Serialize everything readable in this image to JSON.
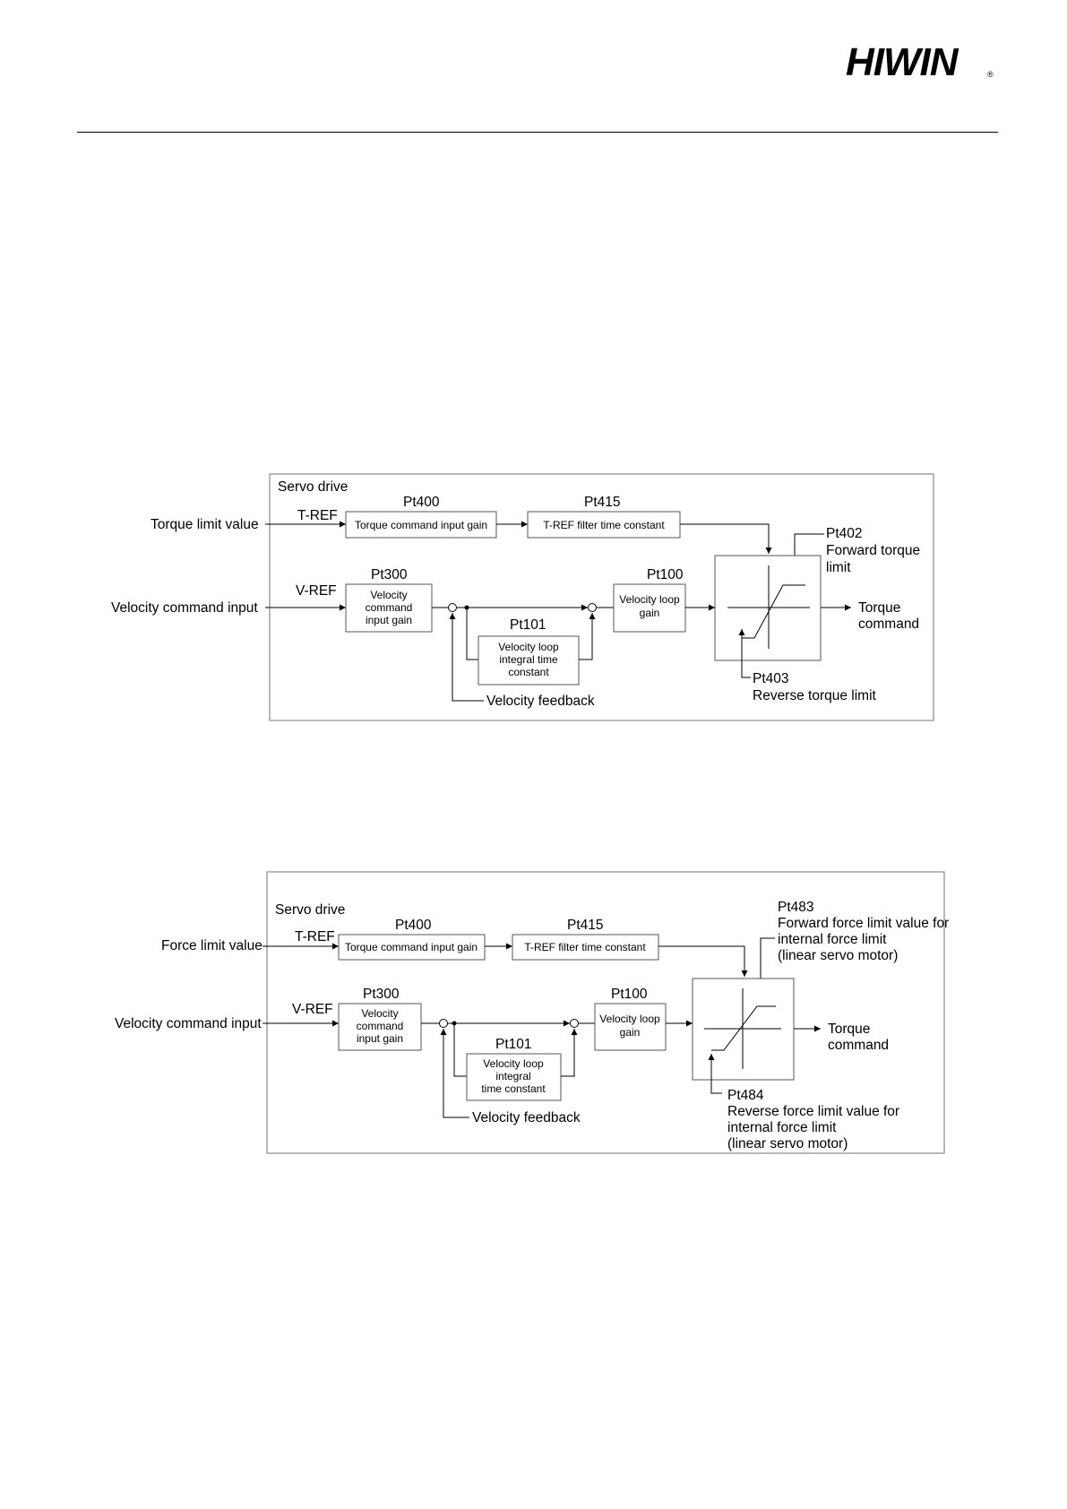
{
  "header": {
    "brand": "HIWIN",
    "registered_mark": "®"
  },
  "diagram1": {
    "frame_label": "Servo drive",
    "torque_limit_value": "Torque limit value",
    "t_ref": "T-REF",
    "pt400": "Pt400",
    "torque_gain": "Torque command input gain",
    "pt415": "Pt415",
    "tref_filter": "T-REF filter time constant",
    "pt402": "Pt402",
    "forward_limit_1": "Forward torque",
    "forward_limit_2": "limit",
    "v_ref": "V-REF",
    "velocity_command_input": "Velocity command input",
    "pt300": "Pt300",
    "vcig_1": "Velocity",
    "vcig_2": "command",
    "vcig_3": "input gain",
    "pt100": "Pt100",
    "vlg_1": "Velocity loop",
    "vlg_2": "gain",
    "pt101": "Pt101",
    "vlitc_1": "Velocity loop",
    "vlitc_2": "integral time",
    "vlitc_3": "constant",
    "torque_cmd_1": "Torque",
    "torque_cmd_2": "command",
    "pt403": "Pt403",
    "reverse_limit": "Reverse torque limit",
    "velocity_feedback": "Velocity feedback"
  },
  "diagram2": {
    "frame_label": "Servo drive",
    "force_limit_value": "Force limit value",
    "t_ref": "T-REF",
    "pt400": "Pt400",
    "torque_gain": "Torque command input gain",
    "pt415": "Pt415",
    "tref_filter": "T-REF filter time constant",
    "pt483": "Pt483",
    "fwd_1": "Forward force limit value for",
    "fwd_2": "internal force limit",
    "fwd_3": "(linear servo motor)",
    "v_ref": "V-REF",
    "velocity_command_input": "Velocity command input",
    "pt300": "Pt300",
    "vcig_1": "Velocity",
    "vcig_2": "command",
    "vcig_3": "input gain",
    "pt100": "Pt100",
    "vlg_1": "Velocity loop",
    "vlg_2": "gain",
    "pt101": "Pt101",
    "vlitc_1": "Velocity loop",
    "vlitc_2": "integral",
    "vlitc_3": "time constant",
    "torque_cmd_1": "Torque",
    "torque_cmd_2": "command",
    "pt484": "Pt484",
    "rev_1": "Reverse force limit value for",
    "rev_2": "internal force limit",
    "rev_3": "(linear servo motor)",
    "velocity_feedback": "Velocity feedback"
  }
}
